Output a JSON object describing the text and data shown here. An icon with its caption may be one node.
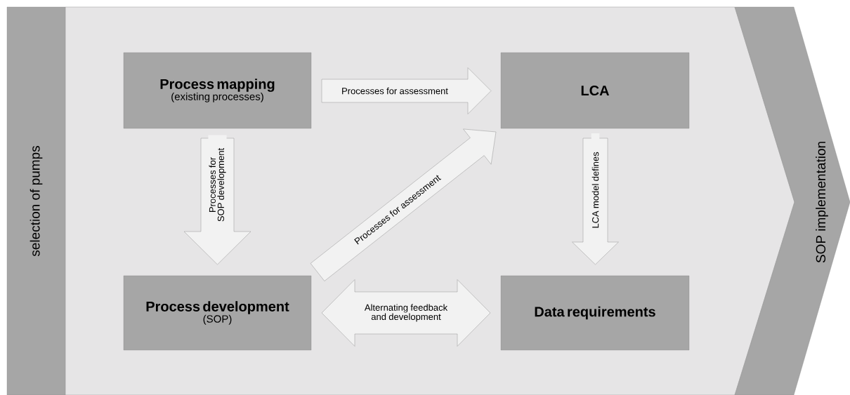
{
  "diagram": {
    "nodes": [
      {
        "text": [
          "selection of pumps"
        ]
      },
      {
        "text": [
          "Process mapping",
          "(existing processes)"
        ]
      },
      {
        "text": [
          "LCA"
        ]
      },
      {
        "text": [
          "Process development",
          "(SOP)"
        ]
      },
      {
        "text": [
          "Data requirements"
        ]
      },
      {
        "text": [
          "SOP implementation"
        ]
      }
    ],
    "edges": [
      {
        "from": 1,
        "to": 2,
        "arrow": "to",
        "label": "Processes for assessment"
      },
      {
        "from": 1,
        "to": 3,
        "arrow": "to",
        "label": "Processes for SOP development"
      },
      {
        "from": 3,
        "to": 2,
        "arrow": "to",
        "label": "Processes for assessment"
      },
      {
        "from": 2,
        "to": 4,
        "arrow": "to",
        "label": "LCA model defines"
      },
      {
        "from": 3,
        "to": 4,
        "arrow": "both",
        "label": "Alternating feedback and development"
      }
    ]
  }
}
